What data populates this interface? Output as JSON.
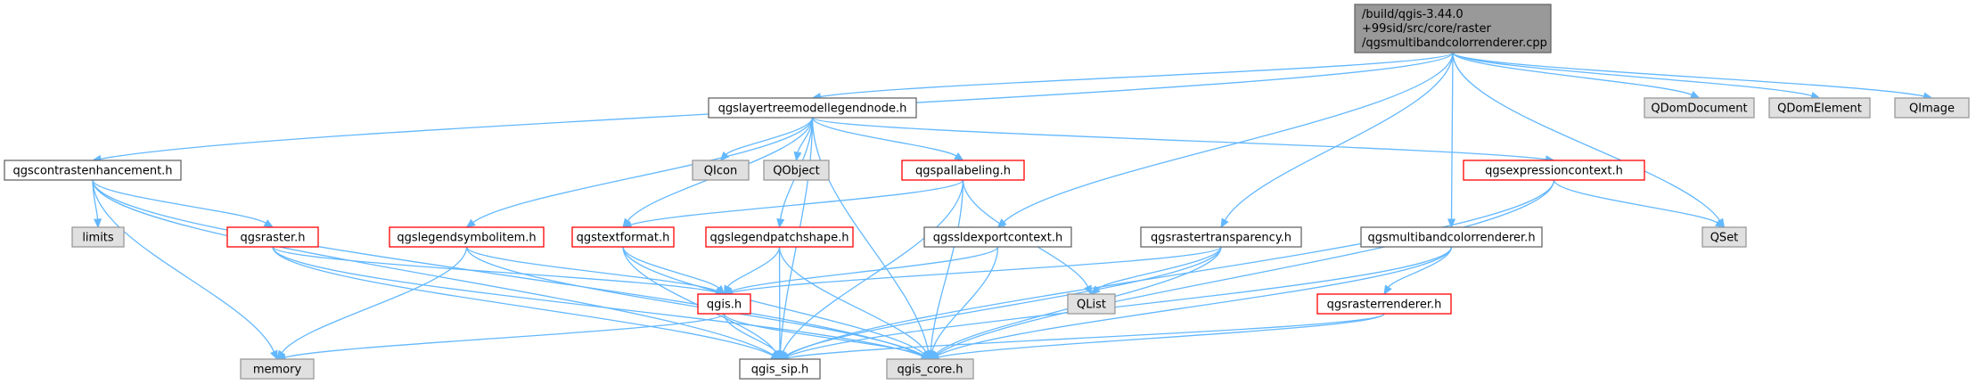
{
  "colors": {
    "edge": "#63b8ff",
    "root_fill": "#999999",
    "root_border": "#666666",
    "doc_fill": "#ffffff",
    "doc_border": "#666666",
    "truncated_border": "#ff0000",
    "external_fill": "#e0e0e0",
    "external_border": "#999999",
    "text": "#000000"
  },
  "nodes": [
    {
      "id": "root",
      "kind": "root",
      "lines": [
        "/build/qgis-3.44.0",
        "+99sid/src/core/raster",
        "/qgsmultibandcolorrenderer.cpp"
      ]
    },
    {
      "id": "qgslayertreemodellegendnode",
      "kind": "doc",
      "lines": [
        "qgslayertreemodellegendnode.h"
      ]
    },
    {
      "id": "QDomDocument",
      "kind": "external",
      "lines": [
        "QDomDocument"
      ]
    },
    {
      "id": "QDomElement",
      "kind": "external",
      "lines": [
        "QDomElement"
      ]
    },
    {
      "id": "QImage",
      "kind": "external",
      "lines": [
        "QImage"
      ]
    },
    {
      "id": "qgscontrastenhancement",
      "kind": "doc",
      "lines": [
        "qgscontrastenhancement.h"
      ]
    },
    {
      "id": "QIcon",
      "kind": "external",
      "lines": [
        "QIcon"
      ]
    },
    {
      "id": "QObject",
      "kind": "external",
      "lines": [
        "QObject"
      ]
    },
    {
      "id": "qgspallabeling",
      "kind": "truncated",
      "lines": [
        "qgspallabeling.h"
      ]
    },
    {
      "id": "qgsexpressioncontext",
      "kind": "truncated",
      "lines": [
        "qgsexpressioncontext.h"
      ]
    },
    {
      "id": "limits",
      "kind": "external",
      "lines": [
        "limits"
      ]
    },
    {
      "id": "qgsraster",
      "kind": "truncated",
      "lines": [
        "qgsraster.h"
      ]
    },
    {
      "id": "qgslegendsymbolitem",
      "kind": "truncated",
      "lines": [
        "qgslegendsymbolitem.h"
      ]
    },
    {
      "id": "qgstextformat",
      "kind": "truncated",
      "lines": [
        "qgstextformat.h"
      ]
    },
    {
      "id": "qgslegendpatchshape",
      "kind": "truncated",
      "lines": [
        "qgslegendpatchshape.h"
      ]
    },
    {
      "id": "qgssldexportcontext",
      "kind": "doc",
      "lines": [
        "qgssldexportcontext.h"
      ]
    },
    {
      "id": "qgsrastertransparency",
      "kind": "doc",
      "lines": [
        "qgsrastertransparency.h"
      ]
    },
    {
      "id": "qgsmultibandcolorrenderer",
      "kind": "doc",
      "lines": [
        "qgsmultibandcolorrenderer.h"
      ]
    },
    {
      "id": "QSet",
      "kind": "external",
      "lines": [
        "QSet"
      ]
    },
    {
      "id": "QList",
      "kind": "external",
      "lines": [
        "QList"
      ]
    },
    {
      "id": "qgis",
      "kind": "truncated",
      "lines": [
        "qgis.h"
      ]
    },
    {
      "id": "qgsrasterrenderer",
      "kind": "truncated",
      "lines": [
        "qgsrasterrenderer.h"
      ]
    },
    {
      "id": "memory",
      "kind": "external",
      "lines": [
        "memory"
      ]
    },
    {
      "id": "qgis_sip",
      "kind": "doc",
      "lines": [
        "qgis_sip.h"
      ]
    },
    {
      "id": "qgis_core",
      "kind": "external",
      "lines": [
        "qgis_core.h"
      ]
    }
  ],
  "edges": [
    [
      "root",
      "qgslayertreemodellegendnode"
    ],
    [
      "root",
      "QDomDocument"
    ],
    [
      "root",
      "QDomElement"
    ],
    [
      "root",
      "QImage"
    ],
    [
      "root",
      "qgscontrastenhancement"
    ],
    [
      "root",
      "qgssldexportcontext"
    ],
    [
      "root",
      "qgsrastertransparency"
    ],
    [
      "root",
      "qgsmultibandcolorrenderer"
    ],
    [
      "root",
      "QSet"
    ],
    [
      "qgslayertreemodellegendnode",
      "QIcon"
    ],
    [
      "qgslayertreemodellegendnode",
      "QObject"
    ],
    [
      "qgslayertreemodellegendnode",
      "qgspallabeling"
    ],
    [
      "qgslayertreemodellegendnode",
      "qgsexpressioncontext"
    ],
    [
      "qgslayertreemodellegendnode",
      "qgslegendsymbolitem"
    ],
    [
      "qgslayertreemodellegendnode",
      "qgstextformat"
    ],
    [
      "qgslayertreemodellegendnode",
      "qgslegendpatchshape"
    ],
    [
      "qgslayertreemodellegendnode",
      "qgis_sip"
    ],
    [
      "qgslayertreemodellegendnode",
      "qgis_core"
    ],
    [
      "qgscontrastenhancement",
      "limits"
    ],
    [
      "qgscontrastenhancement",
      "qgsraster"
    ],
    [
      "qgscontrastenhancement",
      "memory"
    ],
    [
      "qgscontrastenhancement",
      "qgis_sip"
    ],
    [
      "qgscontrastenhancement",
      "qgis_core"
    ],
    [
      "qgspallabeling",
      "qgstextformat"
    ],
    [
      "qgspallabeling",
      "QList"
    ],
    [
      "qgspallabeling",
      "qgis_sip"
    ],
    [
      "qgspallabeling",
      "qgis_core"
    ],
    [
      "qgsexpressioncontext",
      "QSet"
    ],
    [
      "qgsexpressioncontext",
      "qgis_sip"
    ],
    [
      "qgsexpressioncontext",
      "qgis_core"
    ],
    [
      "qgsraster",
      "qgis"
    ],
    [
      "qgsraster",
      "qgis_sip"
    ],
    [
      "qgsraster",
      "qgis_core"
    ],
    [
      "qgslegendsymbolitem",
      "qgis"
    ],
    [
      "qgslegendsymbolitem",
      "memory"
    ],
    [
      "qgslegendsymbolitem",
      "qgis_core"
    ],
    [
      "qgstextformat",
      "qgis"
    ],
    [
      "qgstextformat",
      "qgis_sip"
    ],
    [
      "qgstextformat",
      "qgis_core"
    ],
    [
      "qgslegendpatchshape",
      "qgis"
    ],
    [
      "qgslegendpatchshape",
      "qgis_sip"
    ],
    [
      "qgslegendpatchshape",
      "qgis_core"
    ],
    [
      "qgssldexportcontext",
      "qgis"
    ],
    [
      "qgssldexportcontext",
      "qgis_core"
    ],
    [
      "qgsrastertransparency",
      "qgis"
    ],
    [
      "qgsrastertransparency",
      "QList"
    ],
    [
      "qgsrastertransparency",
      "qgis_sip"
    ],
    [
      "qgsrastertransparency",
      "qgis_core"
    ],
    [
      "qgsmultibandcolorrenderer",
      "qgsrasterrenderer"
    ],
    [
      "qgsmultibandcolorrenderer",
      "qgis_sip"
    ],
    [
      "qgsmultibandcolorrenderer",
      "qgis_core"
    ],
    [
      "qgsrasterrenderer",
      "qgis_sip"
    ],
    [
      "qgsrasterrenderer",
      "qgis_core"
    ],
    [
      "qgis",
      "memory"
    ],
    [
      "qgis",
      "qgis_sip"
    ],
    [
      "qgis",
      "qgis_core"
    ]
  ]
}
